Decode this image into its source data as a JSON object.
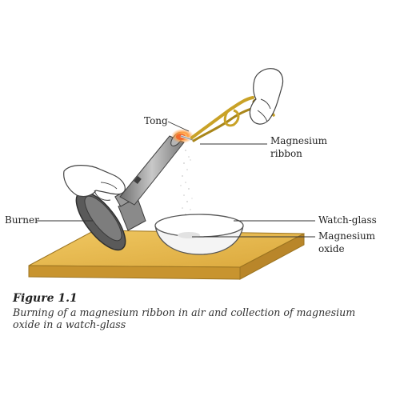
{
  "labels": {
    "tong": "Tong",
    "burner": "Burner",
    "magnesium_ribbon": [
      "Magnesium",
      "ribbon"
    ],
    "watch_glass": "Watch-glass",
    "magnesium_oxide": [
      "Magnesium",
      "oxide"
    ]
  },
  "caption": {
    "figure_number": "Figure 1.1",
    "text_lines": [
      "Burning of a magnesium ribbon in air and collection of magnesium",
      "oxide in a watch-glass"
    ]
  },
  "colors": {
    "table_top": "#e7b94c",
    "table_edge": "#b98a2a",
    "burner_metal": "#8f8f8f",
    "tong_gold": "#c9a227",
    "flame": "#f26a2e"
  }
}
